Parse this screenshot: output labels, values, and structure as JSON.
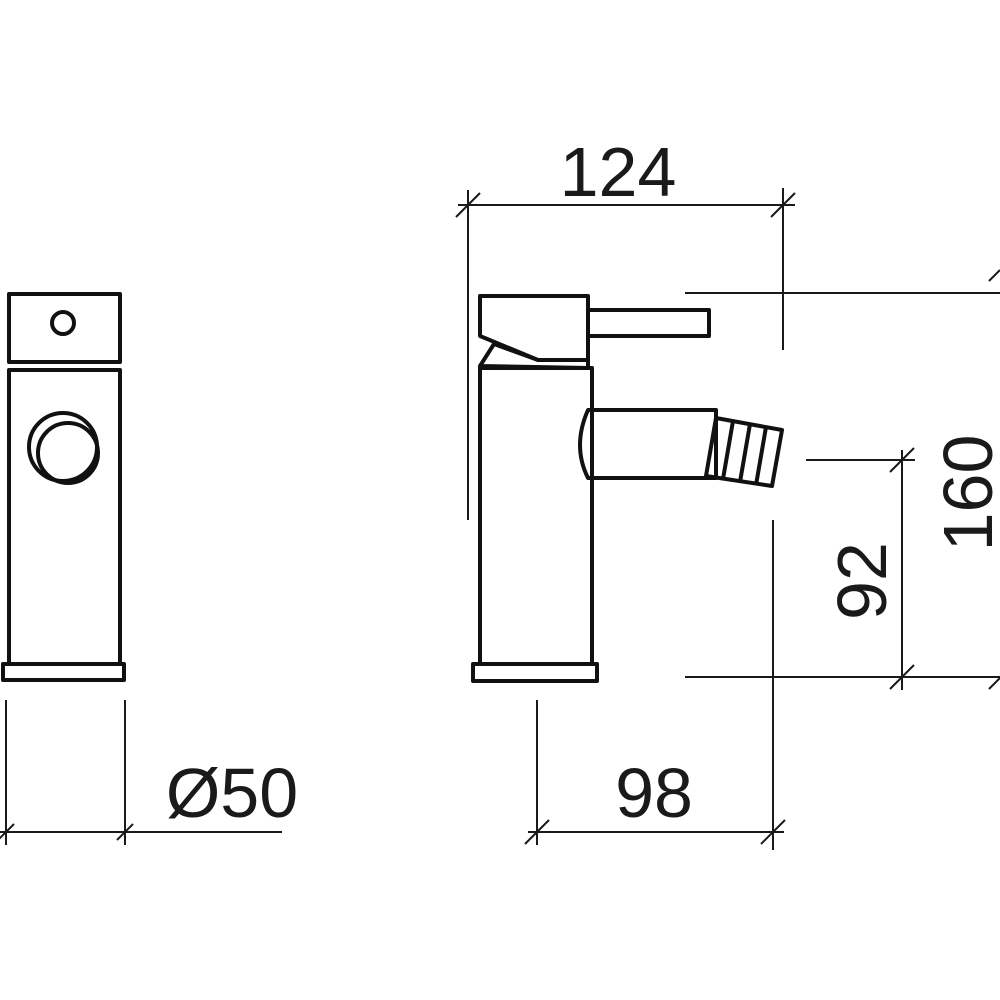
{
  "drawing": {
    "colors": {
      "line": "#1a1a1a",
      "background": "#ffffff"
    },
    "dimensions": {
      "width_top": "124",
      "height_total": "160",
      "height_spout": "92",
      "spout_reach": "98",
      "diameter": "Ø50"
    }
  }
}
